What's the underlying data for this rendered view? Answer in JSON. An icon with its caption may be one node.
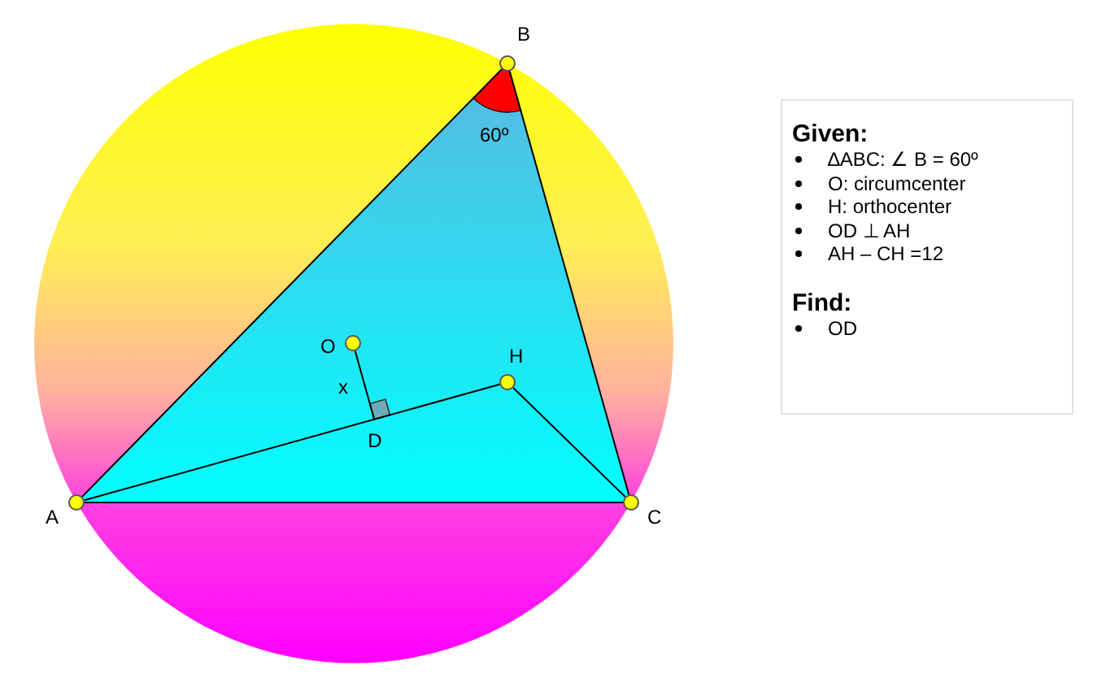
{
  "diagram": {
    "nodes": [
      {
        "text": [],
        "shape": "circle",
        "beside": [
          "A"
        ]
      },
      {
        "text": [],
        "shape": "circle",
        "beside": [
          "B"
        ]
      },
      {
        "text": [],
        "shape": "circle",
        "beside": [
          "C"
        ]
      },
      {
        "text": [],
        "shape": "circle",
        "beside": [
          "O"
        ]
      },
      {
        "text": [],
        "shape": "circle",
        "beside": [
          "H"
        ]
      },
      {
        "text": [
          "D"
        ]
      },
      {
        "text": [
          "Given:",
          "∆ABC: ∠ B = 60º",
          "O: circumcenter",
          "H: orthocenter",
          "OD ⊥ AH",
          "AH – CH =12",
          "Find:",
          "OD"
        ]
      }
    ],
    "edges": [
      {
        "from": 0,
        "to": 1,
        "arrow": "none"
      },
      {
        "from": 1,
        "to": 2,
        "arrow": "none"
      },
      {
        "from": 2,
        "to": 0,
        "arrow": "none"
      },
      {
        "from": 0,
        "to": 4,
        "arrow": "none"
      },
      {
        "from": 4,
        "to": 2,
        "arrow": "none"
      },
      {
        "from": 3,
        "to": 5,
        "arrow": "none"
      }
    ],
    "labels": [
      "60º",
      "x"
    ]
  }
}
